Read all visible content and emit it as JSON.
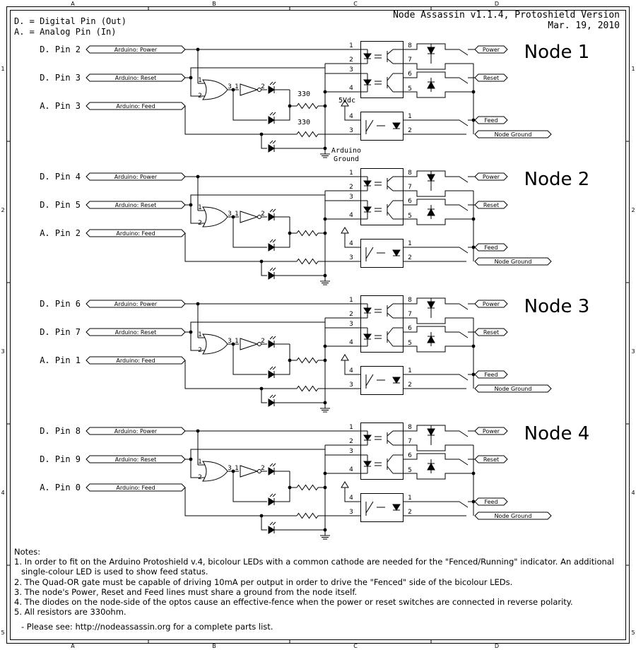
{
  "title_block": {
    "title": "Node Assassin v1.1.4, Protoshield Version",
    "date": "Mar. 19, 2010"
  },
  "legend": [
    "D. = Digital Pin (Out)",
    "A. = Analog Pin (In)"
  ],
  "border": {
    "columns": [
      "A",
      "B",
      "C",
      "D"
    ],
    "rows": [
      "1",
      "2",
      "3",
      "4",
      "5"
    ]
  },
  "arduino_labels": {
    "power": "Arduino: Power",
    "reset": "Arduino: Reset",
    "feed": "Arduino: Feed"
  },
  "node_labels": {
    "power": "Power",
    "reset": "Reset",
    "feed": "Feed",
    "ground": "Node Ground"
  },
  "annotations": {
    "resistor": "330",
    "vcc": "5Vdc",
    "gnd_line1": "Arduino",
    "gnd_line2": "Ground"
  },
  "nodes": [
    {
      "name": "Node 1",
      "power_pin": "D. Pin 2",
      "reset_pin": "D. Pin 3",
      "feed_pin": "A. Pin 3"
    },
    {
      "name": "Node 2",
      "power_pin": "D. Pin 4",
      "reset_pin": "D. Pin 5",
      "feed_pin": "A. Pin 2"
    },
    {
      "name": "Node 3",
      "power_pin": "D. Pin 6",
      "reset_pin": "D. Pin 7",
      "feed_pin": "A. Pin 1"
    },
    {
      "name": "Node 4",
      "power_pin": "D. Pin 8",
      "reset_pin": "D. Pin 9",
      "feed_pin": "A. Pin 0"
    }
  ],
  "notes": {
    "heading": "Notes:",
    "items": [
      "1. In order to fit on the Arduino Protoshield v.4, bicolour LEDs with a common cathode are needed for the \"Fenced/Running\" indicator. An additional",
      "single-colour LED is used to show feed status.",
      "2. The Quad-OR gate must be capable of driving 10mA per output in order to drive the \"Fenced\" side of the bicolour LEDs.",
      "3. The node's Power, Reset and Feed lines must share a ground from the node itself.",
      "4. The diodes on the node-side of the optos cause an effective-fence when the power or reset switches are connected in reverse polarity.",
      "5. All resistors are 330ohm."
    ],
    "footer": "- Please see: http://nodeassassin.org for a complete parts list."
  }
}
